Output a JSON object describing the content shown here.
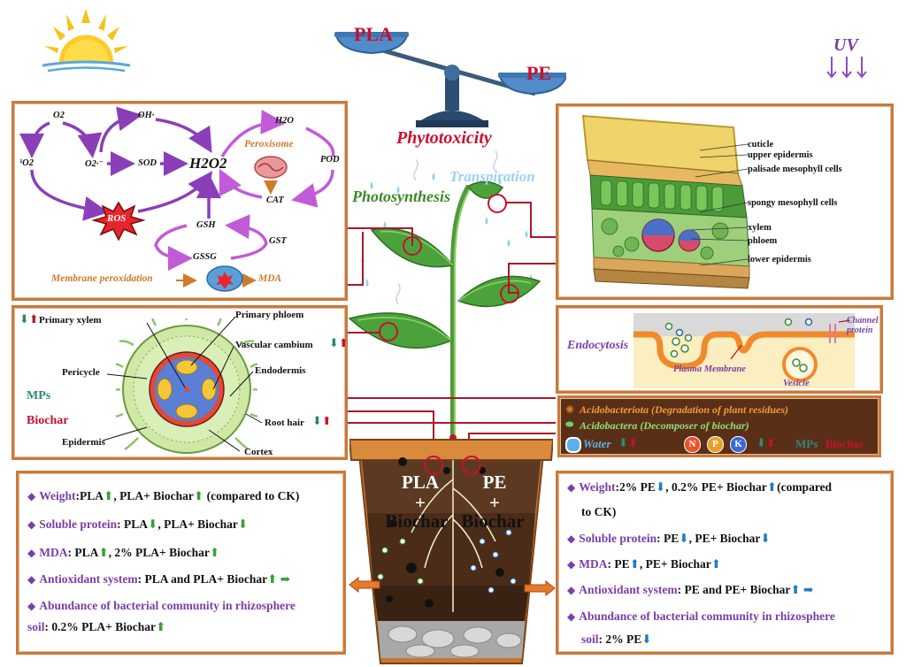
{
  "top": {
    "pla_label": "PLA",
    "pe_label": "PE",
    "phytotoxicity": "Phytotoxicity",
    "photosynthesis": "Photosynthesis",
    "transpiration": "Transpiration",
    "uv_label": "UV"
  },
  "ros_panel": {
    "o2": "O2",
    "oh": "OH·",
    "h2o": "H2O",
    "singlet_o2": "¹O2",
    "superoxide": "O2·⁻",
    "sod": "SOD",
    "h2o2": "H2O2",
    "peroxisome": "Peroxisome",
    "pod": "POD",
    "cat": "CAT",
    "ros": "ROS",
    "gsh": "GSH",
    "gst": "GST",
    "gssg": "GSSG",
    "membrane_peroxidation": "Membrane peroxidation",
    "mda": "MDA"
  },
  "leaf_panel": {
    "labels": [
      "cuticle",
      "upper epidermis",
      "palisade mesophyll cells",
      "spongy mesophyll cells",
      "xylem",
      "phloem",
      "lower epidermis"
    ]
  },
  "root_panel": {
    "primary_xylem": "Primary xylem",
    "primary_phloem": "Primary phloem",
    "vascular_cambium": "Vascular cambium",
    "pericycle": "Pericycle",
    "endodermis": "Endodermis",
    "mps": "MPs",
    "biochar": "Biochar",
    "root_hair": "Root hair",
    "epidermis": "Epidermis",
    "cortex": "Cortex"
  },
  "endo_panel": {
    "endocytosis": "Endocytosis",
    "channel_protein": "Channel protein",
    "plasma_membrane": "Plasma Membrane",
    "vesicle": "Vesicle"
  },
  "soil_panel": {
    "acidobacteriota": "Acidobacteriota (Degradation of plant residues)",
    "acidobactera": "Acidobactera (Decomposer of biochar)",
    "water": "Water",
    "n": "N",
    "p": "P",
    "k": "K",
    "mps": "MPs",
    "biochar": "Biochar"
  },
  "pot": {
    "left_line1": "PLA",
    "left_line2": "+",
    "left_line3": "Biochar",
    "right_line1": "PE",
    "right_line2": "+",
    "right_line3": "Biochar"
  },
  "left_box": {
    "weight_key": "Weight",
    "weight_a": ":PLA",
    "weight_b": ", PLA+ Biochar",
    "weight_c": " (compared to CK)",
    "protein_key": "Soluble protein",
    "protein_a": ": PLA",
    "protein_b": ", PLA+ Biochar",
    "mda_key": "MDA",
    "mda_a": ": PLA",
    "mda_b": ", 2% PLA+ Biochar",
    "anti_key": "Antioxidant system",
    "anti_a": ": PLA and PLA+ Biochar",
    "abund_key": "Abundance of bacterial community in rhizosphere",
    "abund_line2": "soil",
    "abund_a": ": 0.2% PLA+ Biochar"
  },
  "right_box": {
    "weight_key": "Weight",
    "weight_a": ":2% PE",
    "weight_b": ", 0.2% PE+ Biochar",
    "weight_c": "(compared",
    "weight_line2": "to CK)",
    "protein_key": "Soluble protein",
    "protein_a": ": PE",
    "protein_b": ", PE+ Biochar",
    "mda_key": "MDA",
    "mda_a": ": PE",
    "mda_b": ", PE+ Biochar",
    "anti_key": "Antioxidant system",
    "anti_a": ": PE and PE+ Biochar",
    "abund_key": "Abundance of bacterial community in rhizosphere",
    "abund_line2": "soil",
    "abund_a": ": 2% PE"
  },
  "colors": {
    "panel_border": "#c97a3c",
    "purple": "#7a3ea8",
    "red": "#c8102e",
    "green_arrow": "#3aa034",
    "blue_arrow": "#1f7cc6"
  }
}
